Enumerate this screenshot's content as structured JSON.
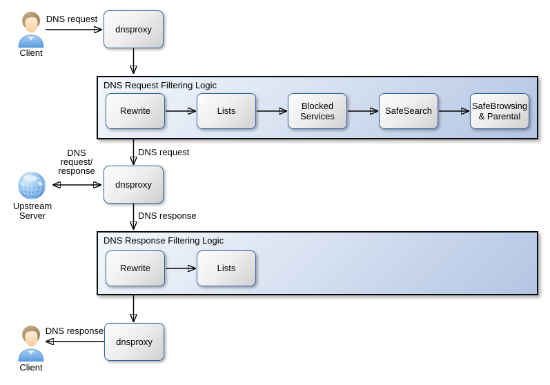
{
  "colors": {
    "background": "#ffffff",
    "box_border": "#3465a4",
    "box_fill_light": "#fefefe",
    "box_fill_dark": "#d0d0d0",
    "container_fill_dark": "#b2c5e3",
    "container_border": "#0a0a0a",
    "arrow": "#000000"
  },
  "actors": {
    "client_top": {
      "label": "Client"
    },
    "client_bottom": {
      "label": "Client"
    },
    "upstream_server": {
      "label_lines": [
        "Upstream",
        "Server"
      ]
    }
  },
  "proxy_nodes": {
    "top": {
      "label": "dnsproxy"
    },
    "middle": {
      "label": "dnsproxy"
    },
    "bottom": {
      "label": "dnsproxy"
    }
  },
  "containers": [
    {
      "title": "DNS Request Filtering Logic",
      "boxes": [
        {
          "label": "Rewrite"
        },
        {
          "label": "Lists"
        },
        {
          "label": "Blocked Services"
        },
        {
          "label": "SafeSearch"
        },
        {
          "label": "SafeBrowsing & Parental"
        }
      ]
    },
    {
      "title": "DNS Response Filtering Logic",
      "boxes": [
        {
          "label": "Rewrite"
        },
        {
          "label": "Lists"
        }
      ]
    }
  ],
  "edge_labels": {
    "client_to_proxy": "DNS request",
    "filter_to_proxy": "DNS request",
    "proxy_to_filter": "DNS response",
    "proxy_to_client": "DNS response",
    "upstream_exchange_lines": [
      "DNS",
      "request/",
      "response"
    ]
  }
}
